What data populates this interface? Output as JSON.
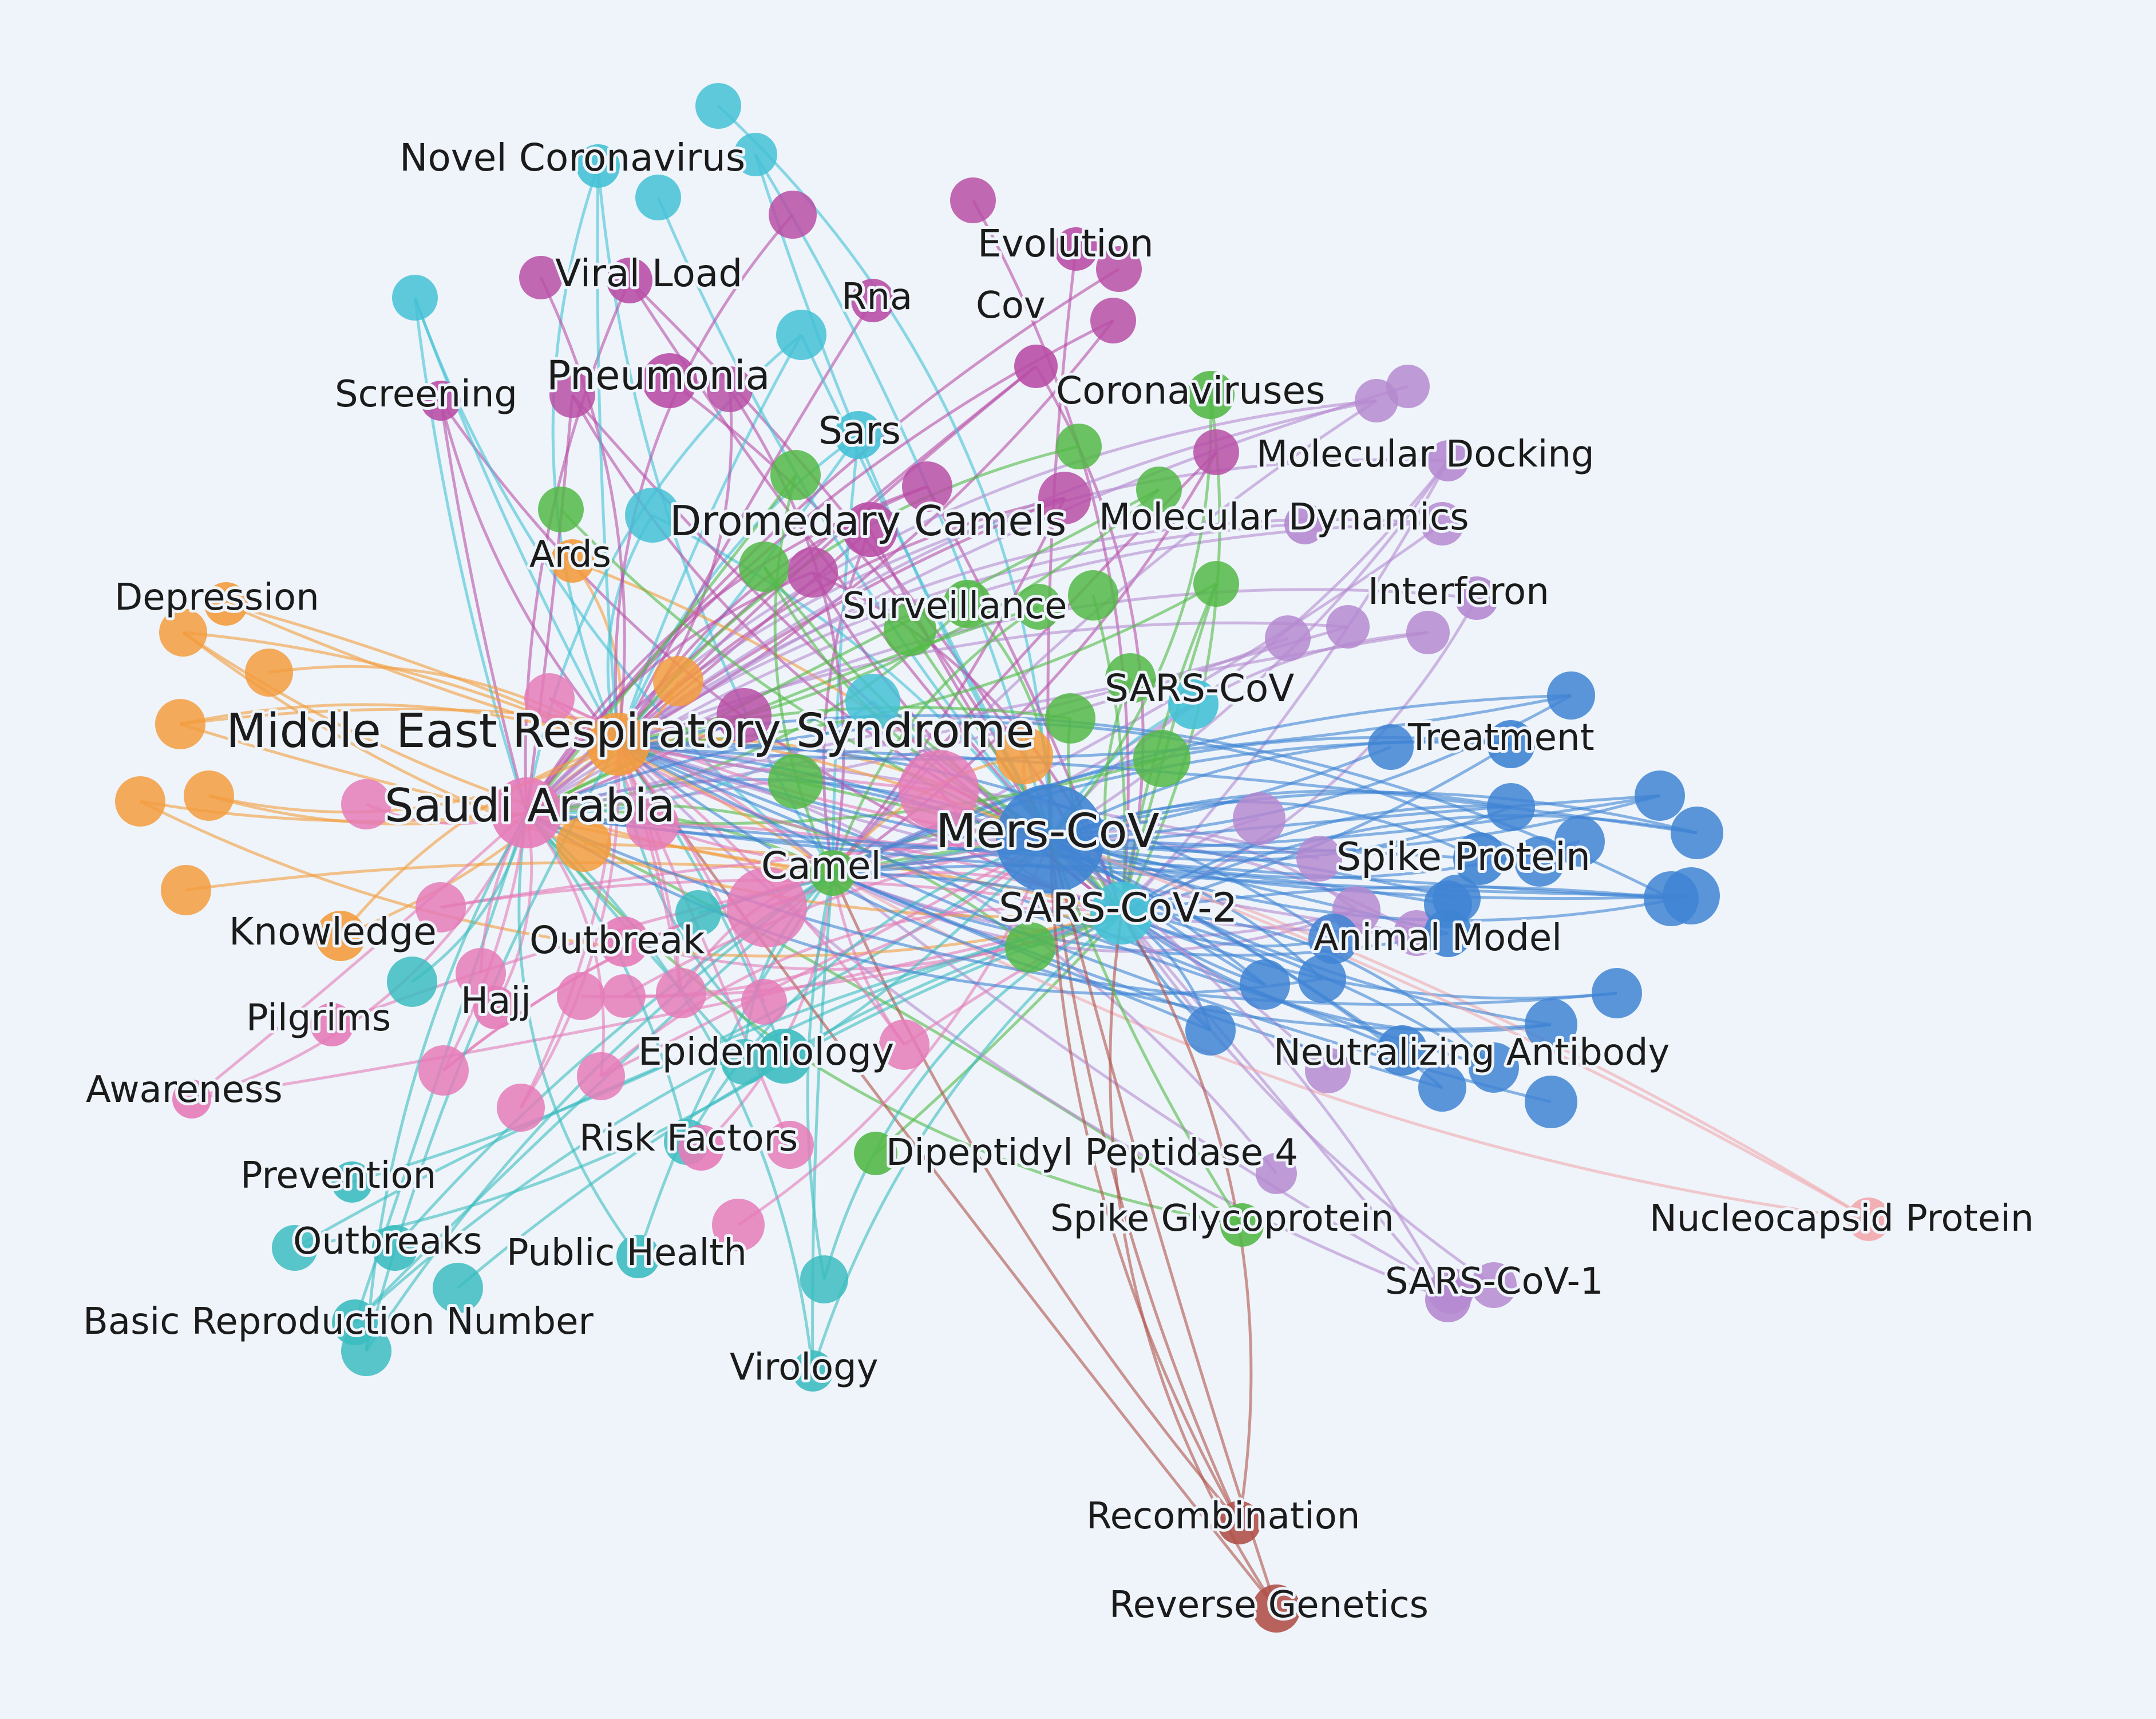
{
  "clusters": {
    "blue": "#3f84d3",
    "cyan": "#45c1d6",
    "teal": "#3cbcc0",
    "magenta": "#b94fa6",
    "violet": "#b58ad0",
    "green": "#54b948",
    "orange": "#f39c3e",
    "pink": "#e57bb8",
    "brown": "#b0524a",
    "salmon": "#f2a9ad"
  },
  "labeled_nodes": [
    {
      "id": "mers",
      "label": "Mers-CoV",
      "cluster": "blue",
      "weight": 3
    },
    {
      "id": "mers_resp",
      "label": "Middle East Respiratory Syndrome",
      "cluster": "orange",
      "weight": 3
    },
    {
      "id": "sars_cov_2",
      "label": "SARS-CoV-2",
      "cluster": "cyan",
      "weight": 2
    },
    {
      "id": "saudi",
      "label": "Saudi Arabia",
      "cluster": "pink",
      "weight": 2
    },
    {
      "id": "camel",
      "label": "Camel",
      "cluster": "green",
      "weight": 1
    },
    {
      "id": "dromedary",
      "label": "Dromedary Camels",
      "cluster": "magenta",
      "weight": 1
    },
    {
      "id": "sars",
      "label": "Sars",
      "cluster": "cyan",
      "weight": 1
    },
    {
      "id": "pneumonia",
      "label": "Pneumonia",
      "cluster": "magenta",
      "weight": 1
    },
    {
      "id": "novel",
      "label": "Novel Coronavirus",
      "cluster": "cyan",
      "weight": 1
    },
    {
      "id": "viral_load",
      "label": "Viral Load",
      "cluster": "magenta",
      "weight": 1
    },
    {
      "id": "rna",
      "label": "Rna",
      "cluster": "magenta",
      "weight": 1
    },
    {
      "id": "evolution",
      "label": "Evolution",
      "cluster": "magenta",
      "weight": 1
    },
    {
      "id": "cov",
      "label": "Cov",
      "cluster": "magenta",
      "weight": 1
    },
    {
      "id": "screening",
      "label": "Screening",
      "cluster": "magenta",
      "weight": 1
    },
    {
      "id": "coronaviruses",
      "label": "Coronaviruses",
      "cluster": "green",
      "weight": 1
    },
    {
      "id": "mol_docking",
      "label": "Molecular Docking",
      "cluster": "violet",
      "weight": 1
    },
    {
      "id": "mol_dyn",
      "label": "Molecular Dynamics",
      "cluster": "violet",
      "weight": 1
    },
    {
      "id": "ards",
      "label": "Ards",
      "cluster": "orange",
      "weight": 1
    },
    {
      "id": "depression",
      "label": "Depression",
      "cluster": "orange",
      "weight": 1
    },
    {
      "id": "surveillance",
      "label": "Surveillance",
      "cluster": "green",
      "weight": 1
    },
    {
      "id": "interferon",
      "label": "Interferon",
      "cluster": "violet",
      "weight": 1
    },
    {
      "id": "sars_cov",
      "label": "SARS-CoV",
      "cluster": "cyan",
      "weight": 1
    },
    {
      "id": "treatment",
      "label": "Treatment",
      "cluster": "blue",
      "weight": 1
    },
    {
      "id": "spike_protein",
      "label": "Spike Protein",
      "cluster": "blue",
      "weight": 1
    },
    {
      "id": "animal_model",
      "label": "Animal Model",
      "cluster": "blue",
      "weight": 1
    },
    {
      "id": "neutralizing",
      "label": "Neutralizing Antibody",
      "cluster": "blue",
      "weight": 1
    },
    {
      "id": "knowledge",
      "label": "Knowledge",
      "cluster": "orange",
      "weight": 1
    },
    {
      "id": "outbreak",
      "label": "Outbreak",
      "cluster": "pink",
      "weight": 1
    },
    {
      "id": "pilgrims",
      "label": "Pilgrims",
      "cluster": "pink",
      "weight": 1
    },
    {
      "id": "hajj",
      "label": "Hajj",
      "cluster": "pink",
      "weight": 1
    },
    {
      "id": "awareness",
      "label": "Awareness",
      "cluster": "pink",
      "weight": 1
    },
    {
      "id": "epidemiology",
      "label": "Epidemiology",
      "cluster": "teal",
      "weight": 1
    },
    {
      "id": "risk_factors",
      "label": "Risk Factors",
      "cluster": "pink",
      "weight": 1
    },
    {
      "id": "prevention",
      "label": "Prevention",
      "cluster": "teal",
      "weight": 1
    },
    {
      "id": "dpp4",
      "label": "Dipeptidyl Peptidase 4",
      "cluster": "green",
      "weight": 1
    },
    {
      "id": "spike_gly",
      "label": "Spike Glycoprotein",
      "cluster": "green",
      "weight": 1
    },
    {
      "id": "outbreaks",
      "label": "Outbreaks",
      "cluster": "teal",
      "weight": 1
    },
    {
      "id": "public_health",
      "label": "Public Health",
      "cluster": "teal",
      "weight": 1
    },
    {
      "id": "r0",
      "label": "Basic Reproduction Number",
      "cluster": "teal",
      "weight": 1
    },
    {
      "id": "virology",
      "label": "Virology",
      "cluster": "teal",
      "weight": 1
    },
    {
      "id": "sars_cov_1",
      "label": "SARS-CoV-1",
      "cluster": "violet",
      "weight": 1
    },
    {
      "id": "nucleocapsid",
      "label": "Nucleocapsid Protein",
      "cluster": "salmon",
      "weight": 1
    },
    {
      "id": "recombination",
      "label": "Recombination",
      "cluster": "brown",
      "weight": 1
    },
    {
      "id": "reverse_genetics",
      "label": "Reverse Genetics",
      "cluster": "brown",
      "weight": 1
    }
  ]
}
